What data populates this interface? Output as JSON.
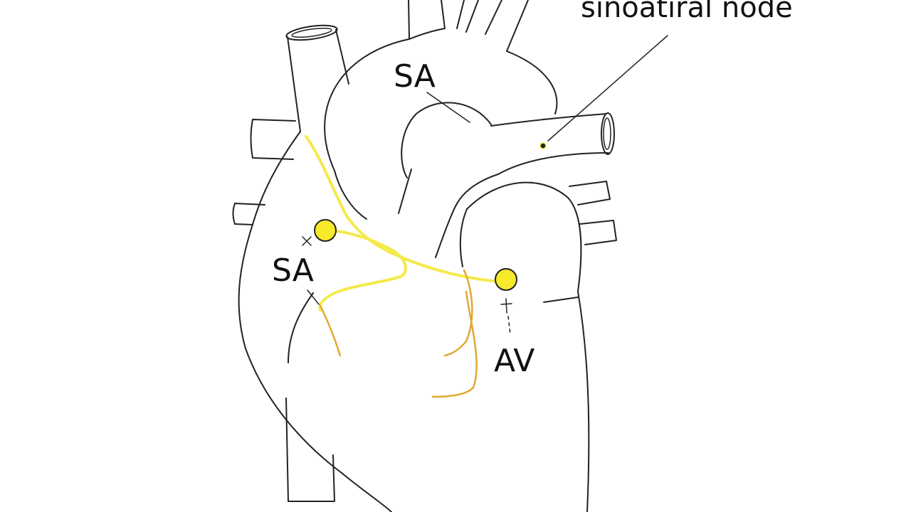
{
  "labels": {
    "top_right": "sinoatiral node",
    "aorta_label": "SA",
    "left_node_label": "SA",
    "right_node_label": "AV"
  },
  "colors": {
    "conduction_yellow": "#f5e94a",
    "node_fill": "#f7ea2a",
    "branch_orange": "#e0a830",
    "outline": "#222222"
  },
  "icons": {
    "left_node_marker": "x-mark",
    "right_node_marker": "dagger-mark"
  }
}
